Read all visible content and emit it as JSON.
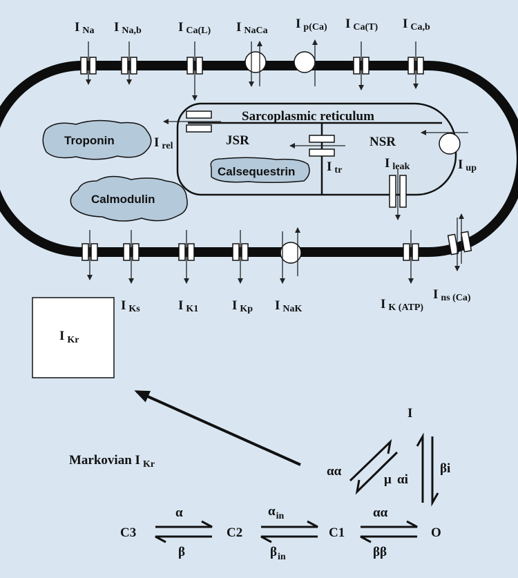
{
  "currents_top": [
    {
      "main": "I",
      "sub": "Na"
    },
    {
      "main": "I",
      "sub": "Na,b"
    },
    {
      "main": "I",
      "sub": "Ca(L)"
    },
    {
      "main": "I",
      "sub": "NaCa"
    },
    {
      "main": "I",
      "sub": "p(Ca)"
    },
    {
      "main": "I",
      "sub": "Ca(T)"
    },
    {
      "main": "I",
      "sub": "Ca,b"
    }
  ],
  "currents_bottom": [
    {
      "main": "I",
      "sub": "Ks"
    },
    {
      "main": "I",
      "sub": "K1"
    },
    {
      "main": "I",
      "sub": "Kp"
    },
    {
      "main": "I",
      "sub": "NaK"
    },
    {
      "main": "I",
      "sub": "K (ATP)"
    },
    {
      "main": "I",
      "sub": "ns (Ca)"
    }
  ],
  "sr": {
    "title": "Sarcoplasmic reticulum",
    "jsr": "JSR",
    "nsr": "NSR",
    "calsequestrin": "Calsequestrin",
    "i_rel": {
      "main": "I",
      "sub": "rel"
    },
    "i_tr": {
      "main": "I",
      "sub": "tr"
    },
    "i_leak": {
      "main": "I",
      "sub": "leak"
    },
    "i_up": {
      "main": "I",
      "sub": "up"
    }
  },
  "buffers": {
    "troponin": "Troponin",
    "calmodulin": "Calmodulin"
  },
  "ikr_box": {
    "main": "I",
    "sub": "Kr"
  },
  "markov": {
    "title_main": "Markovian I",
    "title_sub": "Kr",
    "states": {
      "I": "I",
      "O": "O",
      "C1": "C1",
      "C2": "C2",
      "C3": "C3"
    },
    "rates": {
      "alpha": "α",
      "beta": "β",
      "alpha_in": "α",
      "alpha_in_sub": "in",
      "beta_in": "β",
      "beta_in_sub": "in",
      "alpha_alpha_c1o": "αα",
      "beta_beta": "ββ",
      "alpha_alpha_diag": "αα",
      "mu": "μ",
      "alpha_i": "αi",
      "beta_i": "βi"
    }
  },
  "colors": {
    "background": "#d9e6f2",
    "membrane": "#0d0d0d",
    "cell_fill": "#d9e6f2",
    "blob_fill": "#b4c9da",
    "channel_fill": "#ffffff"
  }
}
